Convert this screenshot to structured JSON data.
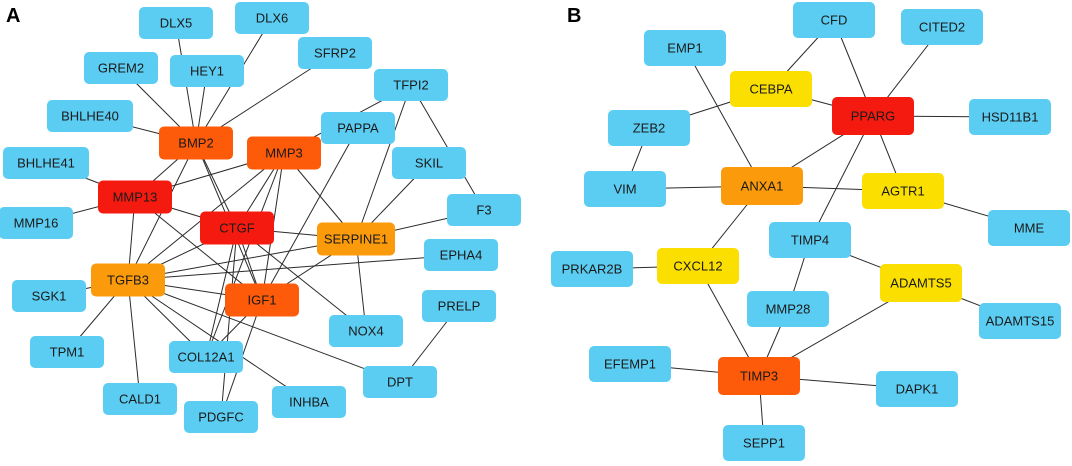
{
  "colors": {
    "low": "#5bcdf2",
    "mid_low": "#fadf00",
    "mid": "#fb9a0b",
    "high": "#fd5a0a",
    "top": "#f51a0f",
    "edge": "#2b2b2b"
  },
  "panels": [
    {
      "letter": "A",
      "nodes": [
        {
          "id": "DLX5",
          "label": "DLX5",
          "level": "low"
        },
        {
          "id": "DLX6",
          "label": "DLX6",
          "level": "low"
        },
        {
          "id": "GREM2",
          "label": "GREM2",
          "level": "low"
        },
        {
          "id": "HEY1",
          "label": "HEY1",
          "level": "low"
        },
        {
          "id": "SFRP2",
          "label": "SFRP2",
          "level": "low"
        },
        {
          "id": "TFPI2",
          "label": "TFPI2",
          "level": "low"
        },
        {
          "id": "BHLHE40",
          "label": "BHLHE40",
          "level": "low"
        },
        {
          "id": "PAPPA",
          "label": "PAPPA",
          "level": "low"
        },
        {
          "id": "BMP2",
          "label": "BMP2",
          "level": "high"
        },
        {
          "id": "MMP3",
          "label": "MMP3",
          "level": "high"
        },
        {
          "id": "BHLHE41",
          "label": "BHLHE41",
          "level": "low"
        },
        {
          "id": "SKIL",
          "label": "SKIL",
          "level": "low"
        },
        {
          "id": "MMP13",
          "label": "MMP13",
          "level": "top"
        },
        {
          "id": "F3",
          "label": "F3",
          "level": "low"
        },
        {
          "id": "MMP16",
          "label": "MMP16",
          "level": "low"
        },
        {
          "id": "CTGF",
          "label": "CTGF",
          "level": "top"
        },
        {
          "id": "SERPINE1",
          "label": "SERPINE1",
          "level": "mid"
        },
        {
          "id": "EPHA4",
          "label": "EPHA4",
          "level": "low"
        },
        {
          "id": "TGFB3",
          "label": "TGFB3",
          "level": "mid"
        },
        {
          "id": "SGK1",
          "label": "SGK1",
          "level": "low"
        },
        {
          "id": "IGF1",
          "label": "IGF1",
          "level": "high"
        },
        {
          "id": "PRELP",
          "label": "PRELP",
          "level": "low"
        },
        {
          "id": "NOX4",
          "label": "NOX4",
          "level": "low"
        },
        {
          "id": "TPM1",
          "label": "TPM1",
          "level": "low"
        },
        {
          "id": "COL12A1",
          "label": "COL12A1",
          "level": "low"
        },
        {
          "id": "DPT",
          "label": "DPT",
          "level": "low"
        },
        {
          "id": "CALD1",
          "label": "CALD1",
          "level": "low"
        },
        {
          "id": "INHBA",
          "label": "INHBA",
          "level": "low"
        },
        {
          "id": "PDGFC",
          "label": "PDGFC",
          "level": "low"
        }
      ],
      "edges": [
        [
          "DLX5",
          "BMP2"
        ],
        [
          "DLX6",
          "BMP2"
        ],
        [
          "HEY1",
          "BMP2"
        ],
        [
          "GREM2",
          "BMP2"
        ],
        [
          "SFRP2",
          "BMP2"
        ],
        [
          "BHLHE40",
          "BMP2"
        ],
        [
          "BMP2",
          "CTGF"
        ],
        [
          "BMP2",
          "IGF1"
        ],
        [
          "BMP2",
          "TGFB3"
        ],
        [
          "BMP2",
          "MMP13"
        ],
        [
          "TFPI2",
          "MMP3"
        ],
        [
          "TFPI2",
          "SERPINE1"
        ],
        [
          "TFPI2",
          "F3"
        ],
        [
          "PAPPA",
          "IGF1"
        ],
        [
          "SKIL",
          "SERPINE1"
        ],
        [
          "F3",
          "SERPINE1"
        ],
        [
          "MMP3",
          "MMP13"
        ],
        [
          "MMP3",
          "CTGF"
        ],
        [
          "MMP3",
          "TGFB3"
        ],
        [
          "MMP3",
          "IGF1"
        ],
        [
          "MMP3",
          "SERPINE1"
        ],
        [
          "MMP3",
          "COL12A1"
        ],
        [
          "MMP13",
          "MMP16"
        ],
        [
          "MMP13",
          "CTGF"
        ],
        [
          "MMP13",
          "IGF1"
        ],
        [
          "MMP13",
          "TGFB3"
        ],
        [
          "CTGF",
          "SERPINE1"
        ],
        [
          "CTGF",
          "IGF1"
        ],
        [
          "CTGF",
          "TGFB3"
        ],
        [
          "CTGF",
          "NOX4"
        ],
        [
          "CTGF",
          "COL12A1"
        ],
        [
          "CTGF",
          "PDGFC"
        ],
        [
          "SERPINE1",
          "IGF1"
        ],
        [
          "SERPINE1",
          "NOX4"
        ],
        [
          "SERPINE1",
          "TGFB3"
        ],
        [
          "EPHA4",
          "TGFB3"
        ],
        [
          "TGFB3",
          "IGF1"
        ],
        [
          "TGFB3",
          "SGK1"
        ],
        [
          "TGFB3",
          "TPM1"
        ],
        [
          "TGFB3",
          "CALD1"
        ],
        [
          "TGFB3",
          "COL12A1"
        ],
        [
          "TGFB3",
          "INHBA"
        ],
        [
          "TGFB3",
          "DPT"
        ],
        [
          "IGF1",
          "PDGFC"
        ],
        [
          "IGF1",
          "COL12A1"
        ],
        [
          "PRELP",
          "DPT"
        ],
        [
          "BHLHE41",
          "MMP13"
        ]
      ]
    },
    {
      "letter": "B",
      "nodes": [
        {
          "id": "CFD",
          "label": "CFD",
          "level": "low"
        },
        {
          "id": "CITED2",
          "label": "CITED2",
          "level": "low"
        },
        {
          "id": "EMP1",
          "label": "EMP1",
          "level": "low"
        },
        {
          "id": "CEBPA",
          "label": "CEBPA",
          "level": "mid_low"
        },
        {
          "id": "PPARG",
          "label": "PPARG",
          "level": "top"
        },
        {
          "id": "HSD11B1",
          "label": "HSD11B1",
          "level": "low"
        },
        {
          "id": "ZEB2",
          "label": "ZEB2",
          "level": "low"
        },
        {
          "id": "VIM",
          "label": "VIM",
          "level": "low"
        },
        {
          "id": "ANXA1",
          "label": "ANXA1",
          "level": "mid"
        },
        {
          "id": "AGTR1",
          "label": "AGTR1",
          "level": "mid_low"
        },
        {
          "id": "MME",
          "label": "MME",
          "level": "low"
        },
        {
          "id": "TIMP4",
          "label": "TIMP4",
          "level": "low"
        },
        {
          "id": "PRKAR2B",
          "label": "PRKAR2B",
          "level": "low"
        },
        {
          "id": "CXCL12",
          "label": "CXCL12",
          "level": "mid_low"
        },
        {
          "id": "ADAMTS5",
          "label": "ADAMTS5",
          "level": "mid_low"
        },
        {
          "id": "MMP28",
          "label": "MMP28",
          "level": "low"
        },
        {
          "id": "ADAMTS15",
          "label": "ADAMTS15",
          "level": "low"
        },
        {
          "id": "EFEMP1",
          "label": "EFEMP1",
          "level": "low"
        },
        {
          "id": "TIMP3",
          "label": "TIMP3",
          "level": "high"
        },
        {
          "id": "DAPK1",
          "label": "DAPK1",
          "level": "low"
        },
        {
          "id": "SEPP1",
          "label": "SEPP1",
          "level": "low"
        }
      ],
      "edges": [
        [
          "CFD",
          "CEBPA"
        ],
        [
          "CFD",
          "PPARG"
        ],
        [
          "CITED2",
          "PPARG"
        ],
        [
          "CEBPA",
          "PPARG"
        ],
        [
          "PPARG",
          "HSD11B1"
        ],
        [
          "CEBPA",
          "ZEB2"
        ],
        [
          "EMP1",
          "ANXA1"
        ],
        [
          "ZEB2",
          "VIM"
        ],
        [
          "VIM",
          "ANXA1"
        ],
        [
          "ANXA1",
          "PPARG"
        ],
        [
          "ANXA1",
          "AGTR1"
        ],
        [
          "AGTR1",
          "MME"
        ],
        [
          "PPARG",
          "AGTR1"
        ],
        [
          "PPARG",
          "TIMP4"
        ],
        [
          "ANXA1",
          "CXCL12"
        ],
        [
          "PRKAR2B",
          "CXCL12"
        ],
        [
          "CXCL12",
          "TIMP3"
        ],
        [
          "TIMP4",
          "ADAMTS5"
        ],
        [
          "TIMP4",
          "MMP28"
        ],
        [
          "ADAMTS5",
          "ADAMTS15"
        ],
        [
          "ADAMTS5",
          "TIMP3"
        ],
        [
          "MMP28",
          "TIMP3"
        ],
        [
          "EFEMP1",
          "TIMP3"
        ],
        [
          "TIMP3",
          "DAPK1"
        ],
        [
          "TIMP3",
          "SEPP1"
        ]
      ]
    }
  ]
}
